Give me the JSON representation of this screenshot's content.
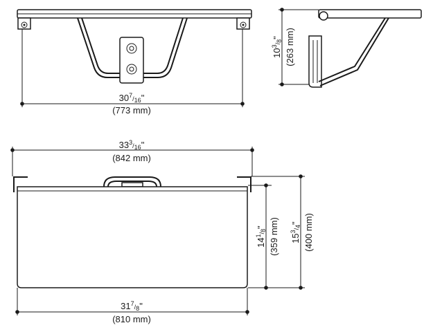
{
  "dimensions": {
    "top_width": {
      "whole": "30",
      "num": "7",
      "den": "16",
      "inch": "\"",
      "mm": "(773 mm)"
    },
    "side_height": {
      "whole": "10",
      "num": "3",
      "den": "8",
      "inch": "\"",
      "mm": "(263 mm)"
    },
    "seat_overall_width": {
      "whole": "33",
      "num": "3",
      "den": "16",
      "inch": "\"",
      "mm": "(842 mm)"
    },
    "seat_width": {
      "whole": "31",
      "num": "7",
      "den": "8",
      "inch": "\"",
      "mm": "(810 mm)"
    },
    "seat_depth": {
      "whole": "14",
      "num": "1",
      "den": "8",
      "inch": "\"",
      "mm": "(359 mm)"
    },
    "overall_depth": {
      "whole": "15",
      "num": "3",
      "den": "4",
      "inch": "\"",
      "mm": "(400 mm)"
    }
  },
  "colors": {
    "line": "#1a1a1a",
    "background": "#ffffff"
  }
}
